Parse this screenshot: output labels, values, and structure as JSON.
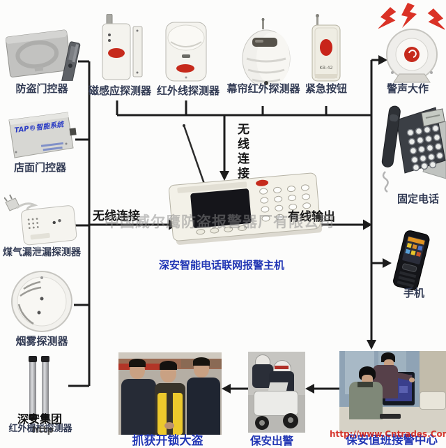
{
  "labels": {
    "burglar_door": "防盗门控器",
    "magnetic": "磁感应探测器",
    "infrared": "红外线探测器",
    "curtain": "幕帘红外探测器",
    "panic_button": "紧急按钮",
    "siren": "警声大作",
    "store_door": "店面门控器",
    "gas_leak": "煤气漏泄漏探测器",
    "smoke": "烟雾探测器",
    "group_logo": "深安集团",
    "fence": "红外栅栏探测器",
    "landline": "固定电话",
    "mobile": "手机",
    "host": "深安智能电话联网报警主机",
    "catch_thief": "抓获开锁大盗",
    "guard_dispatch": "保安出警",
    "guard_center": "保安值班接警中心"
  },
  "annotations": {
    "wireless_left": "无线连接",
    "wireless_center": "无线连接",
    "wired_output": "有线输出"
  },
  "watermarks": {
    "company": "中国威尔鹰防盗报警器厂有限公司",
    "url": "http://www.Cntrades.Com",
    "url_fragment": "http"
  },
  "device_text": {
    "tap": "TAP®智能系统",
    "kb": "KB-42"
  },
  "colors": {
    "line": "#1c1c1c",
    "caption_blue": "#2136b4",
    "label_dark": "#323b54",
    "alert_red": "#d0281c",
    "watermark_gray": "#878787"
  }
}
